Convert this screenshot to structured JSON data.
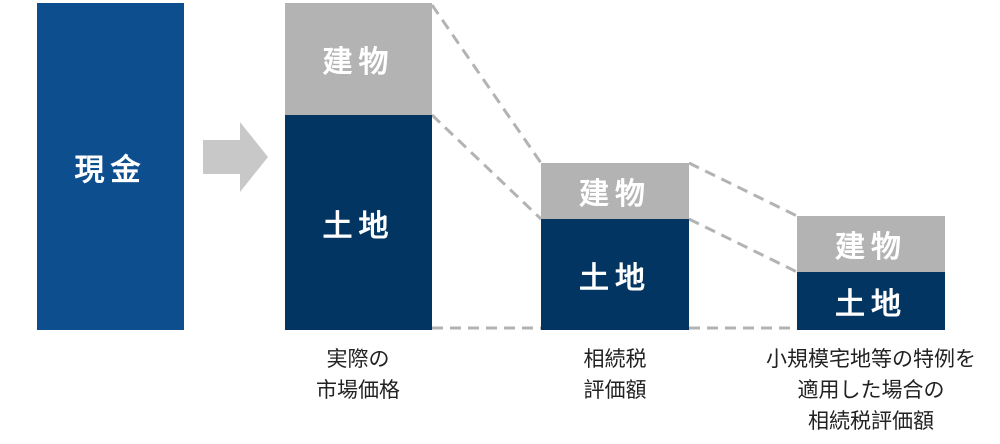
{
  "boxes": {
    "cash": "現金",
    "building": "建物",
    "land": "土地"
  },
  "columns": [
    {
      "caption": [
        "実際の",
        "市場価格"
      ]
    },
    {
      "caption": [
        "相続税",
        "評価額"
      ]
    },
    {
      "caption": [
        "小規模宅地等の特例を",
        "適用した場合の",
        "相続税評価額"
      ]
    }
  ],
  "colors": {
    "cash": "#0d4e8e",
    "land": "#033563",
    "building": "#b3b3b3",
    "arrow": "#c8c8c8",
    "dashed_line": "#b3b3b3"
  }
}
